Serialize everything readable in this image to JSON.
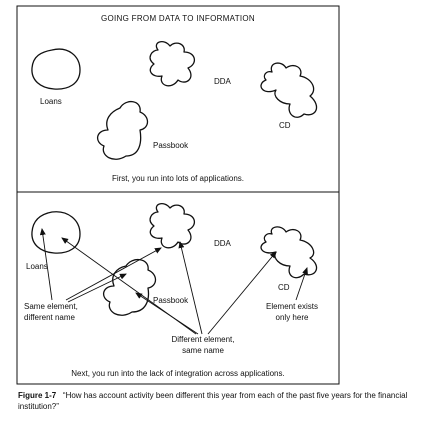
{
  "top_panel": {
    "title": "GOING FROM DATA TO INFORMATION",
    "labels": {
      "loans": "Loans",
      "dda": "DDA",
      "passbook": "Passbook",
      "cd": "CD"
    },
    "footer": "First, you run into lots of applications."
  },
  "bottom_panel": {
    "labels": {
      "loans": "Loans",
      "dda": "DDA",
      "passbook": "Passbook",
      "cd": "CD"
    },
    "annotations": {
      "same_element_1": "Same element,",
      "same_element_2": "different name",
      "different_element_1": "Different element,",
      "different_element_2": "same name",
      "element_exists_1": "Element exists",
      "element_exists_2": "only here"
    },
    "footer": "Next, you run into the lack of integration across applications."
  },
  "caption": {
    "figure_label": "Figure 1-7",
    "text": "“How has account activity been different this year from each of the past five years for the financial institution?”"
  }
}
